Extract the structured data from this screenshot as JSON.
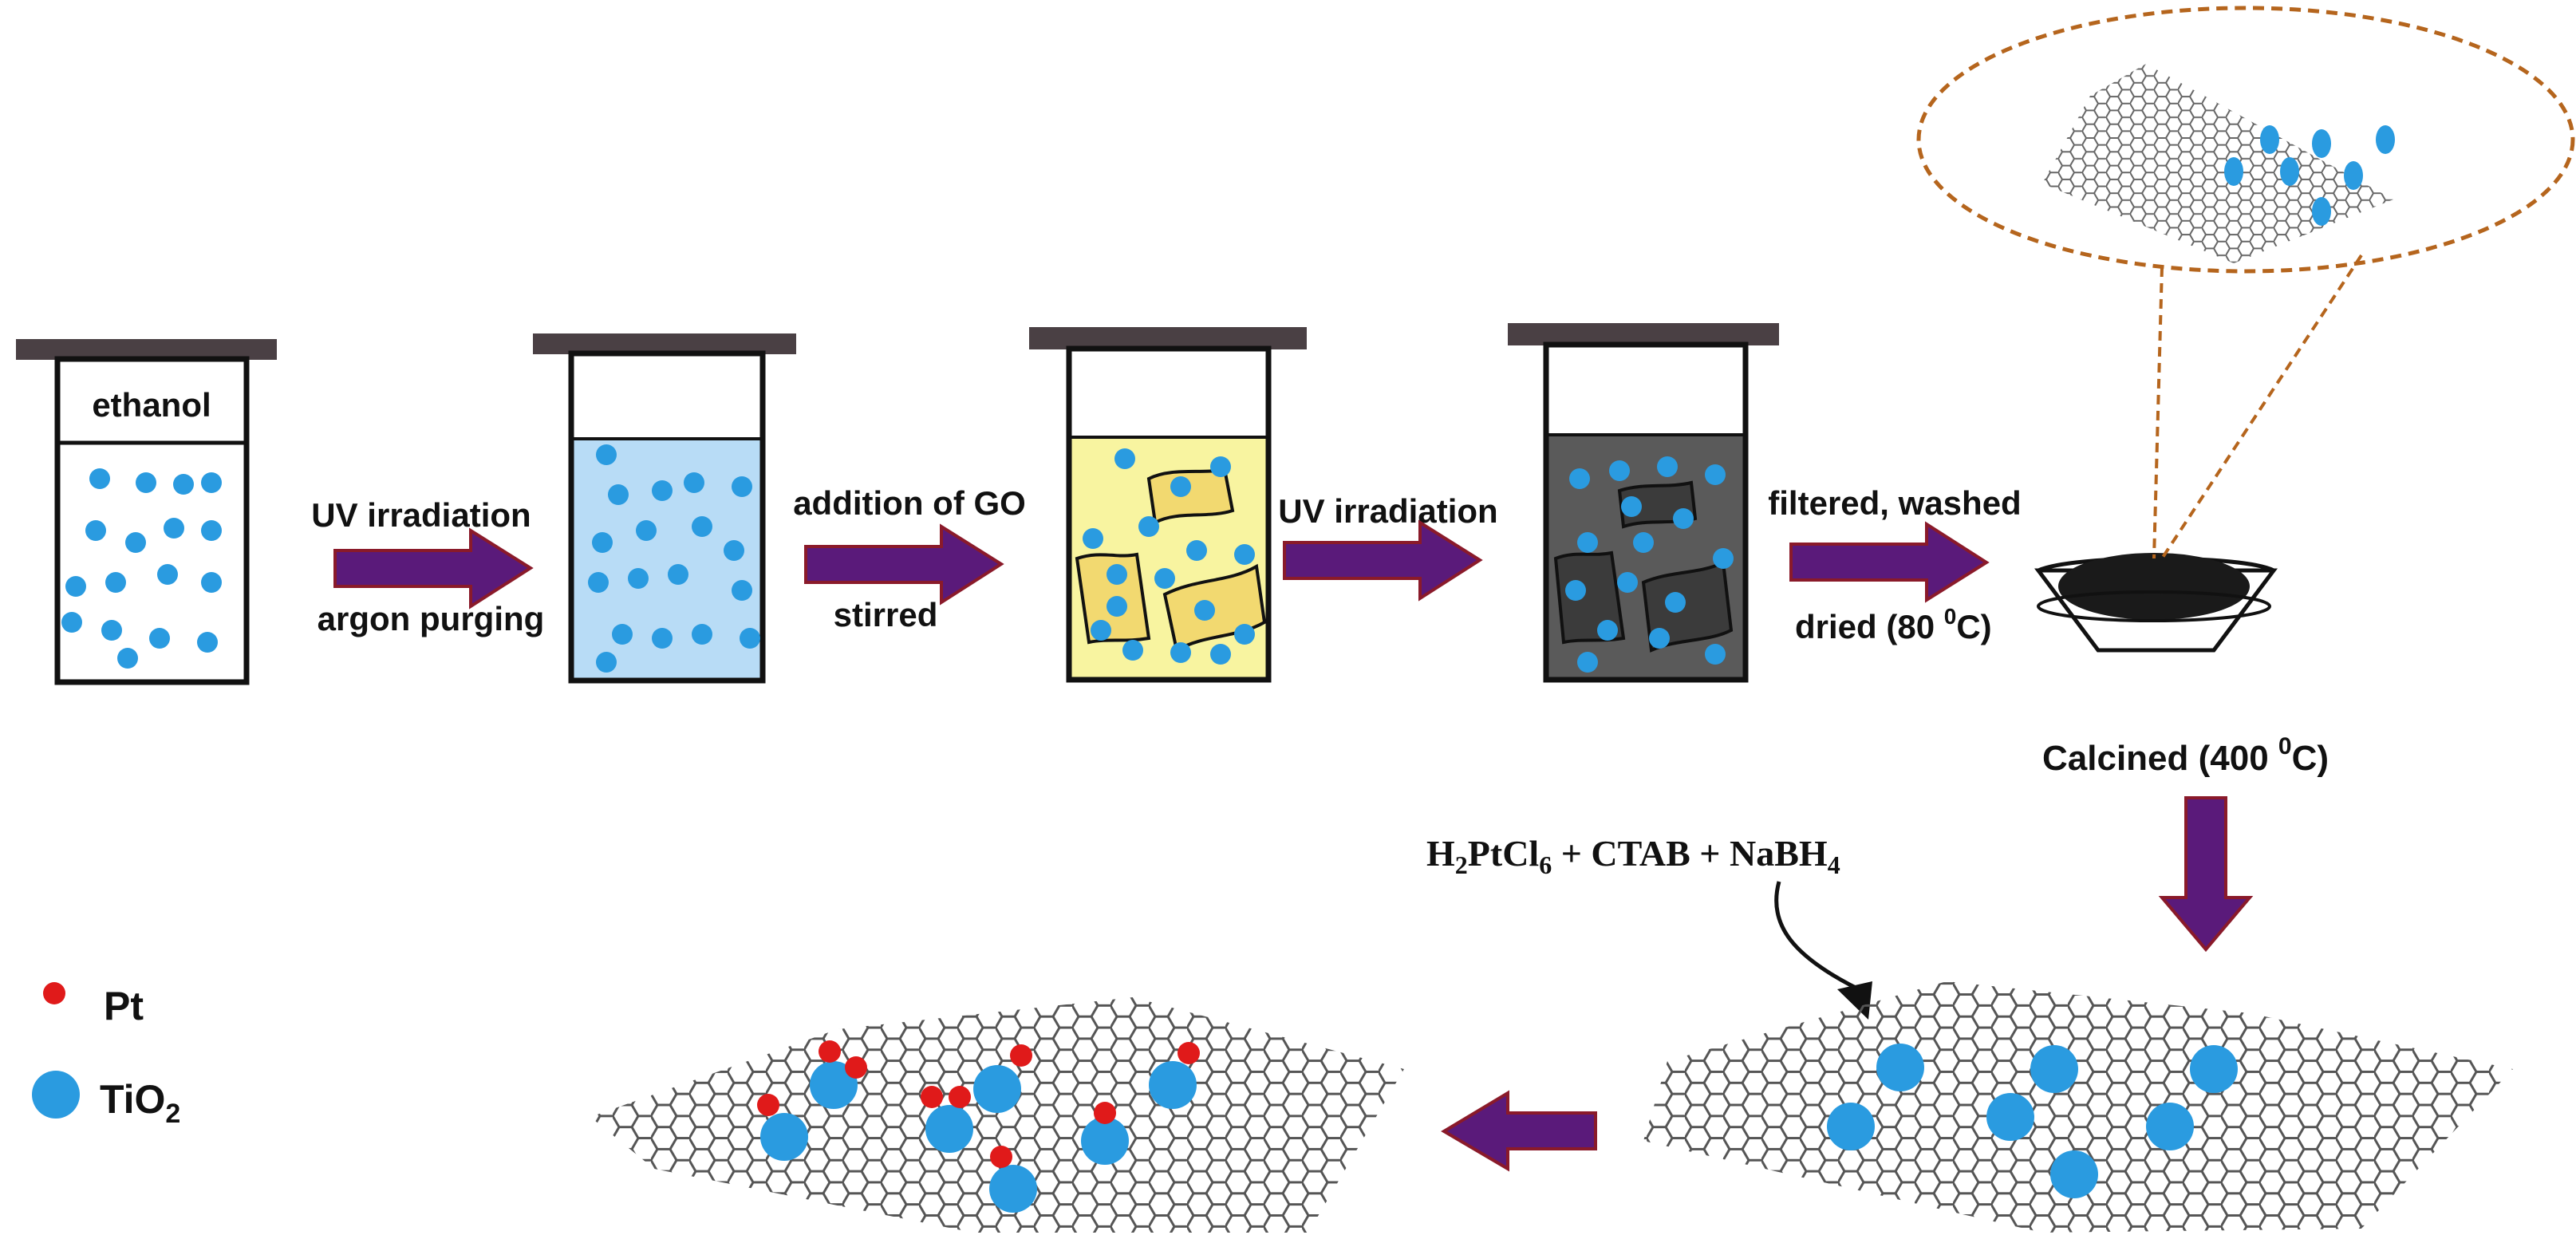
{
  "labels": {
    "ethanol": "ethanol",
    "step1_top": "UV irradiation",
    "step1_bottom": "argon purging",
    "step2_top": "addition of GO",
    "step2_bottom": "stirred",
    "step3_top": "UV irradiation",
    "step4_top": "filtered, washed",
    "step4_bottom_prefix": "dried (80 ",
    "step4_bottom_sup": "0",
    "step4_bottom_suffix": "C)",
    "calcined_prefix": "Calcined (400 ",
    "calcined_sup": "0",
    "calcined_suffix": "C)",
    "reagent_h": "H",
    "reagent_sub2": "2",
    "reagent_ptcl": "PtCl",
    "reagent_sub6": "6",
    "reagent_ctab": " + CTAB + NaBH",
    "reagent_sub4": "4"
  },
  "legend": {
    "pt_label": "Pt",
    "tio2_label": "TiO",
    "tio2_sub": "2"
  },
  "colors": {
    "arrow": "#5a1a7a",
    "arrow_edge": "#8a1a2a",
    "tio2": "#2a9be0",
    "pt": "#e01a1a",
    "lid": "#4a4044",
    "beaker2_fill": "#b8dcf6",
    "beaker3_fill": "#f8f4a0",
    "beaker4_fill": "#5a5a5a",
    "graphene": "#555555",
    "dish": "#1a1a1a",
    "bubble": "#b5651d"
  }
}
